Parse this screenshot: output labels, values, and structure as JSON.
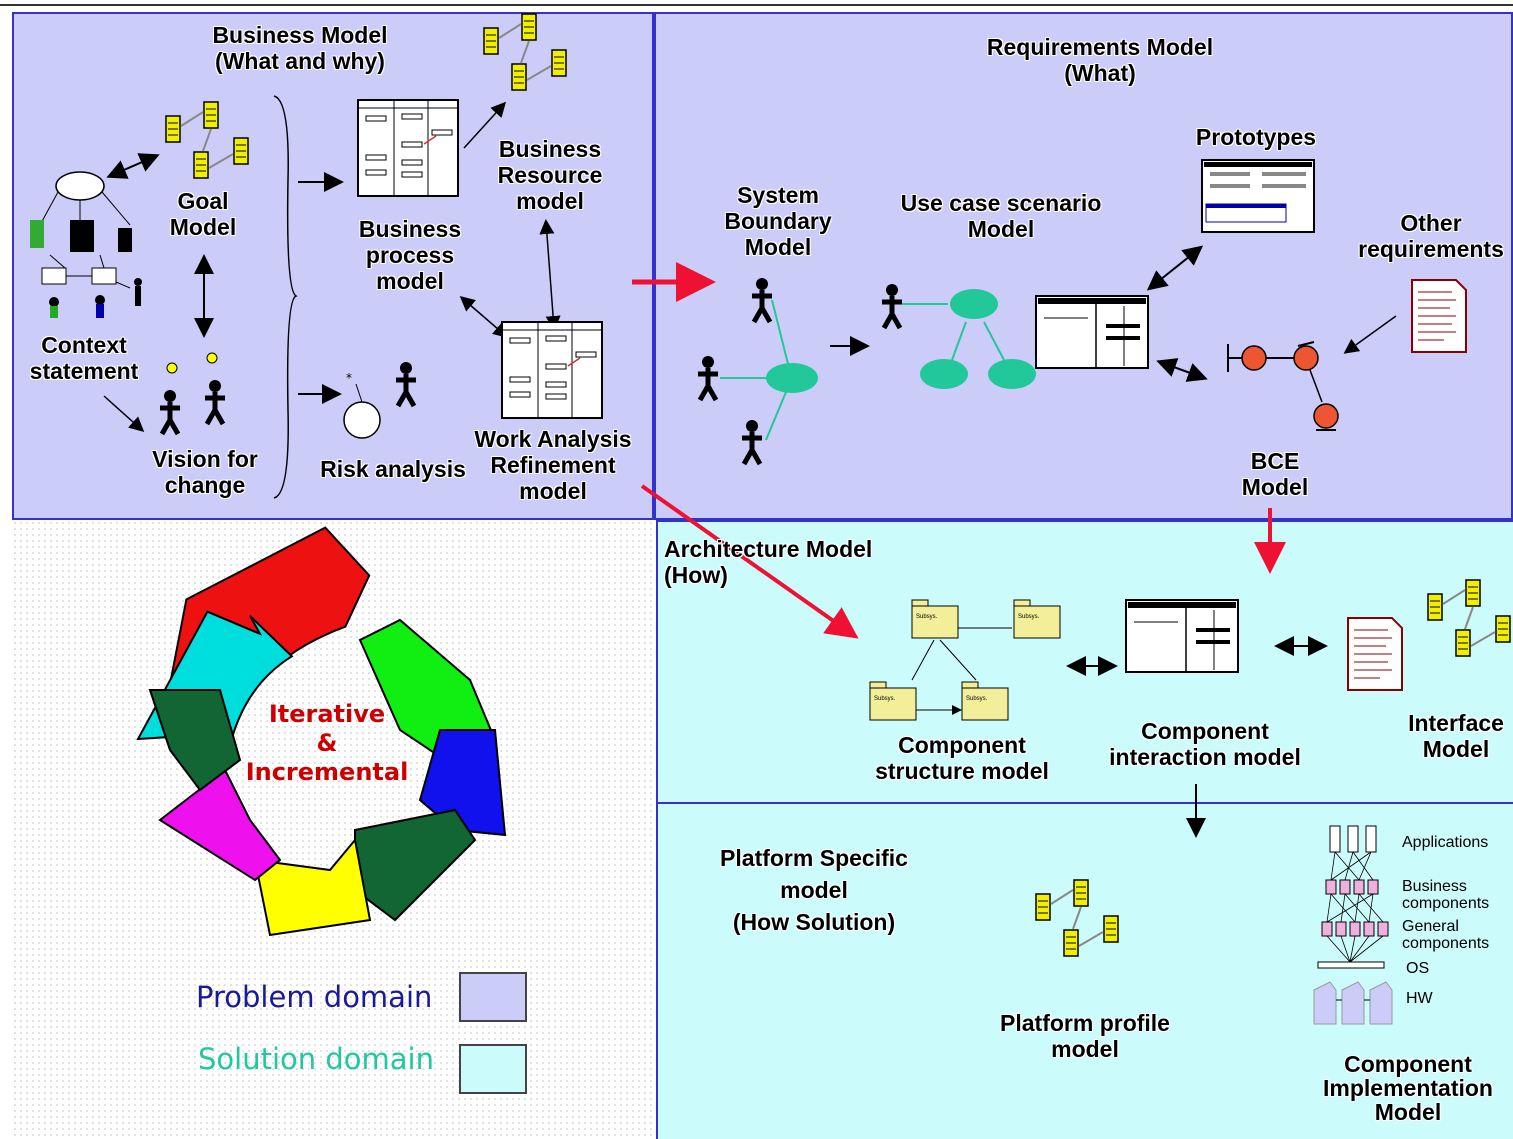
{
  "colors": {
    "problem": "#ccccf9",
    "solution": "#ccfbfb",
    "divider": "#3333cc",
    "arrow_red": "#ee1133",
    "oval": "#22c79a",
    "yellow": "#f2ee00",
    "legend_problem_text": "#1a1a99",
    "legend_solution_text": "#22c7a0",
    "cycle_text": "#cc0000"
  },
  "business": {
    "title": "Business Model\n(What and why)",
    "goal": "Goal\nModel",
    "context": "Context\nstatement",
    "vision": "Vision for\nchange",
    "process": "Business\nprocess\nmodel",
    "resource": "Business\nResource\nmodel",
    "risk": "Risk analysis",
    "work": "Work Analysis\nRefinement\nmodel"
  },
  "requirements": {
    "title": "Requirements Model\n(What)",
    "system": "System\nBoundary\nModel",
    "usecase": "Use case scenario\nModel",
    "prototypes": "Prototypes",
    "other": "Other\nrequirements",
    "bce": "BCE\nModel"
  },
  "architecture": {
    "title": "Architecture Model\n(How)",
    "structure": "Component\nstructure model",
    "interaction": "Component\ninteraction model",
    "interface": "Interface\nModel"
  },
  "platform": {
    "title": "Platform Specific\nmodel\n(How Solution)",
    "profile": "Platform profile\nmodel",
    "implementation": "Component\nImplementation\nModel",
    "layers": {
      "applications": "Applications",
      "business": "Business\ncomponents",
      "general": "General\ncomponents",
      "os": "OS",
      "hw": "HW"
    }
  },
  "cycle": {
    "text": "Iterative\n&\nIncremental"
  },
  "legend": {
    "problem": "Problem domain",
    "solution": "Solution domain"
  }
}
